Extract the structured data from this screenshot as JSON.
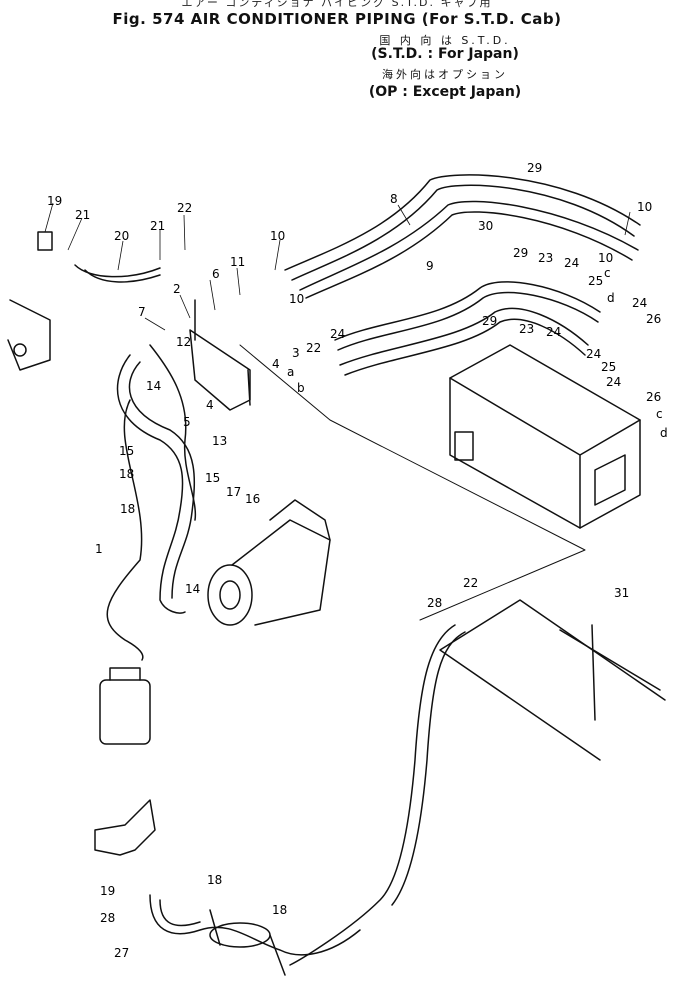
{
  "header": {
    "jp_title": "エアー コンディショナ パイピング  S.T.D. キャブ用",
    "fig_title": "Fig. 574  AIR CONDITIONER PIPING (For S.T.D. Cab)",
    "jp_std": "国 内 向 は S.T.D.",
    "std_note": "(S.T.D. : For Japan)",
    "jp_op": "海外向はオプション",
    "op_note": "(OP : Except Japan)"
  },
  "callouts": [
    "19",
    "21",
    "20",
    "21",
    "22",
    "10",
    "8",
    "29",
    "30",
    "10",
    "9",
    "6",
    "11",
    "2",
    "7",
    "12",
    "3",
    "4",
    "10",
    "22",
    "a",
    "b",
    "24",
    "29",
    "23",
    "24",
    "25",
    "29",
    "23",
    "10",
    "c",
    "d",
    "24",
    "26",
    "24",
    "24",
    "25",
    "24",
    "26",
    "c",
    "d",
    "14",
    "5",
    "4",
    "13",
    "15",
    "18",
    "15",
    "17",
    "16",
    "18",
    "1",
    "14",
    "22",
    "28",
    "31",
    "19",
    "28",
    "27",
    "18",
    "18"
  ]
}
